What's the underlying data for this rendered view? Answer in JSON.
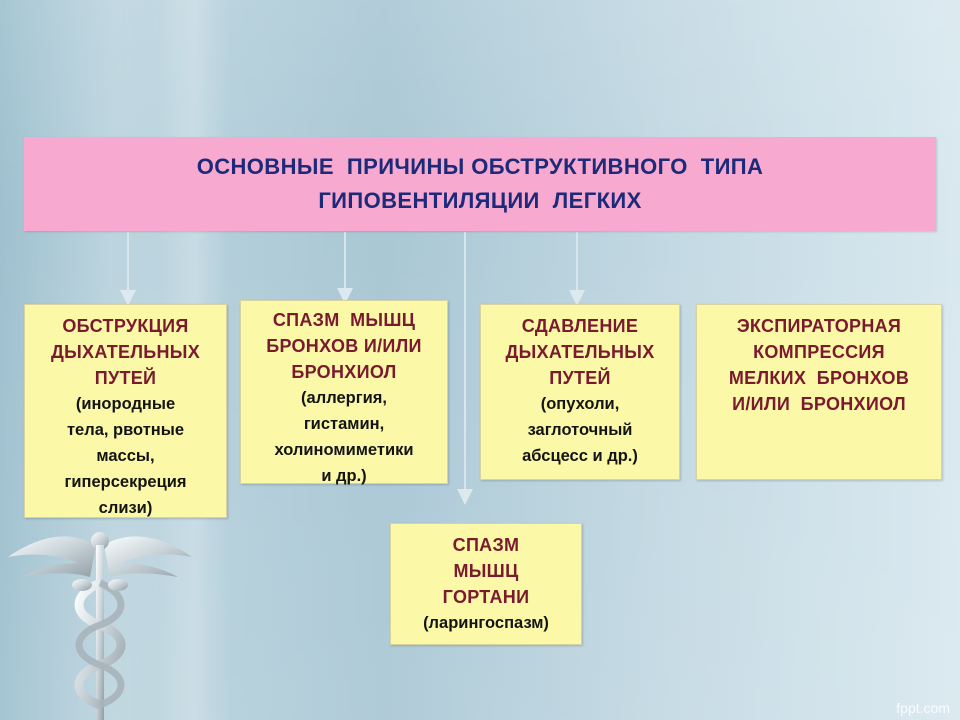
{
  "title": {
    "lines": [
      "ОСНОВНЫЕ  ПРИЧИНЫ ОБСТРУКТИВНОГО  ТИПА",
      "ГИПОВЕНТИЛЯЦИИ  ЛЕГКИХ"
    ]
  },
  "cards": {
    "obstruction": {
      "main": [
        "ОБСТРУКЦИЯ",
        "ДЫХАТЕЛЬНЫХ",
        "ПУТЕЙ"
      ],
      "sub": [
        "(инородные",
        "тела, рвотные",
        "массы,",
        "гиперсекреция",
        "слизи)"
      ]
    },
    "bronchospasm": {
      "main": [
        "СПАЗМ  МЫШЦ",
        "БРОНХОВ И/ИЛИ",
        "БРОНХИОЛ"
      ],
      "sub": [
        "(аллергия,",
        "гистамин,",
        "холиномиметики",
        "и др.)"
      ]
    },
    "compression": {
      "main": [
        "СДАВЛЕНИЕ",
        "ДЫХАТЕЛЬНЫХ",
        "ПУТЕЙ"
      ],
      "sub": [
        "(опухоли,",
        "заглоточный",
        "абсцесс и др.)"
      ]
    },
    "expiratory": {
      "main": [
        "ЭКСПИРАТОРНАЯ",
        "КОМПРЕССИЯ",
        "МЕЛКИХ  БРОНХОВ",
        "И/ИЛИ  БРОНХИОЛ"
      ]
    },
    "laryngospasm": {
      "main": [
        "СПАЗМ",
        "МЫШЦ",
        "ГОРТАНИ"
      ],
      "sub": [
        "(ларингоспазм)"
      ]
    }
  },
  "watermark": "fppt.com",
  "colors": {
    "title_bg": "#f7a9cf",
    "card_bg": "#fbf8a8",
    "title_text": "#1c2a78",
    "card_main_text": "#7a1a2e",
    "connector": "#cfe0e6"
  },
  "icons": [
    "caduceus-icon"
  ]
}
